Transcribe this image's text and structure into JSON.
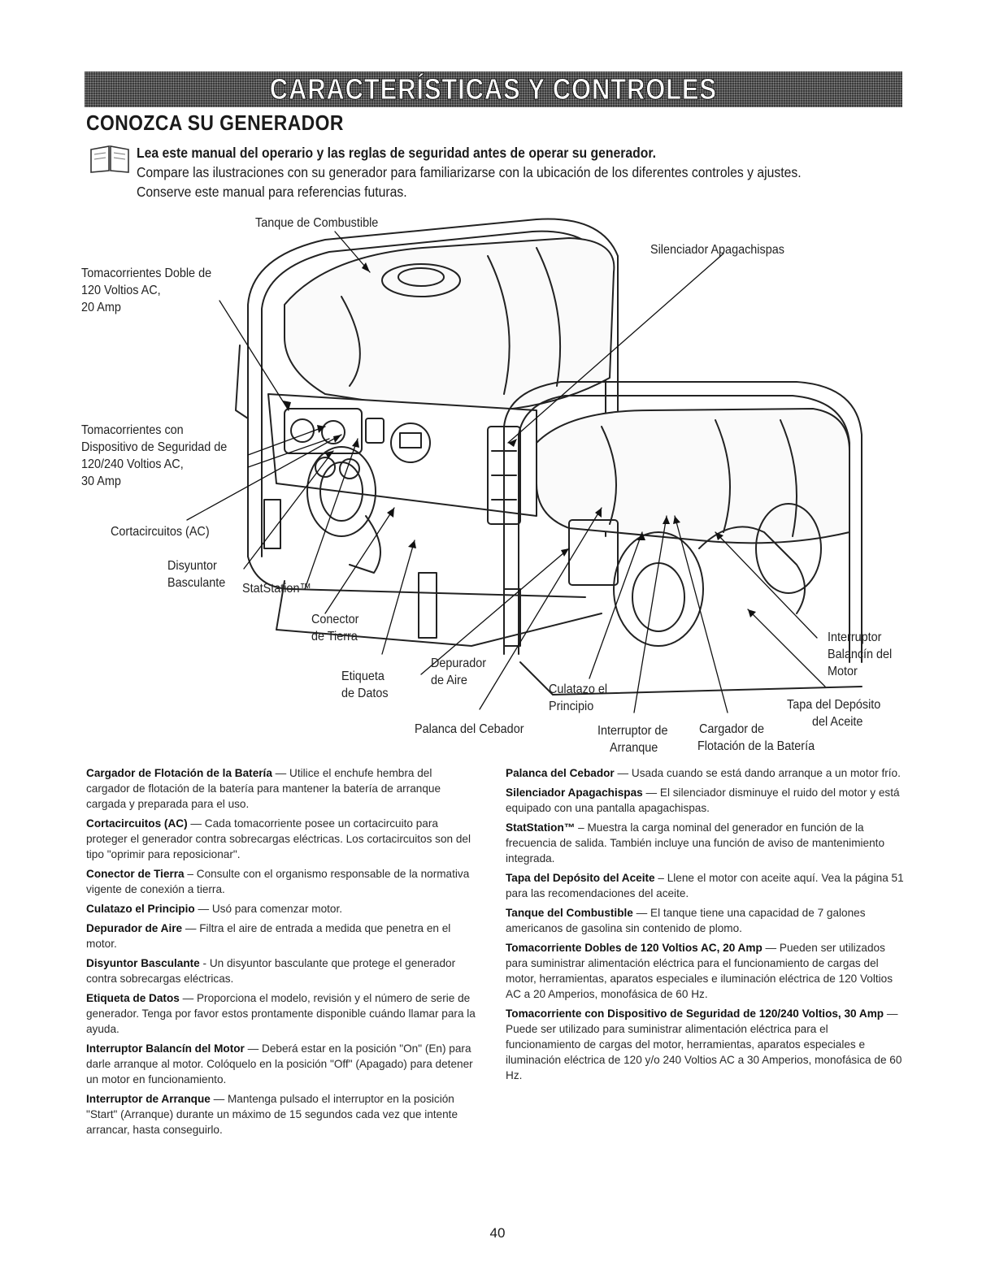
{
  "header": {
    "banner": "CARACTERÍSTICAS Y CONTROLES",
    "title": "CONOZCA SU GENERADOR"
  },
  "intro": {
    "bold_line": "Lea este manual del operario y las reglas de seguridad antes de operar su generador.",
    "line1": "Compare las ilustraciones con su generador para familiarizarse con la ubicación de los diferentes controles y ajustes.",
    "line2": "Conserve este manual para referencias futuras."
  },
  "figure_labels": {
    "fuel_tank": "Tanque de Combustible",
    "outlet_120_l1": "Tomacorrientes Doble de",
    "outlet_120_l2": "120 Voltios AC,",
    "outlet_120_l3": "20 Amp",
    "outlet_240_l1": "Tomacorrientes con",
    "outlet_240_l2": "Dispositivo de Seguridad de",
    "outlet_240_l3": "120/240 Voltios AC,",
    "outlet_240_l4": "30 Amp",
    "breakers": "Cortacircuitos (AC)",
    "toggle_l1": "Disyuntor",
    "toggle_l2": "Basculante",
    "statstation": "StatStation™",
    "ground_l1": "Conector",
    "ground_l2": "de Tierra",
    "data_label_l1": "Etiqueta",
    "data_label_l2": "de Datos",
    "air_cleaner_l1": "Depurador",
    "air_cleaner_l2": "de Aire",
    "choke": "Palanca del Cebador",
    "muffler": "Silenciador Apagachispas",
    "recoil_l1": "Culatazo el",
    "recoil_l2": "Principio",
    "start_switch_l1": "Interruptor de",
    "start_switch_l2": "Arranque",
    "charger_l1": "Cargador de",
    "charger_l2": "Flotación de la Batería",
    "engine_switch_l1": "Interruptor",
    "engine_switch_l2": "Balancín del",
    "engine_switch_l3": "Motor",
    "oil_cap_l1": "Tapa del Depósito",
    "oil_cap_l2": "del Aceite"
  },
  "left_entries": [
    {
      "term": "Cargador de Flotación de la Batería",
      "sep": " — ",
      "text": "Utilice el enchufe hembra del cargador de flotación de la batería para mantener la batería de arranque cargada y preparada para el uso."
    },
    {
      "term": "Cortacircuitos (AC)",
      "sep": " — ",
      "text": "Cada tomacorriente posee un cortacircuito para proteger el generador contra sobrecargas eléctricas. Los cortacircuitos son del tipo \"oprimir para reposicionar\"."
    },
    {
      "term": "Conector de Tierra",
      "sep": " – ",
      "text": "Consulte con el organismo responsable de la normativa vigente de conexión a tierra."
    },
    {
      "term": "Culatazo el Principio",
      "sep": " — ",
      "text": "Usó para comenzar motor."
    },
    {
      "term": "Depurador de Aire",
      "sep": " — ",
      "text": "Filtra el aire de entrada a medida que penetra en el motor."
    },
    {
      "term": "Disyuntor Basculante",
      "sep": " - ",
      "text": "Un disyuntor basculante que protege el generador contra sobrecargas eléctricas."
    },
    {
      "term": "Etiqueta de Datos",
      "sep": " — ",
      "text": "Proporciona el modelo, revisión y el número de serie de generador. Tenga por favor estos prontamente disponible cuándo llamar para la ayuda."
    },
    {
      "term": "Interruptor Balancín del Motor",
      "sep": " — ",
      "text": "Deberá estar en la posición \"On\" (En) para darle arranque al motor. Colóquelo en la posición \"Off\" (Apagado) para detener un motor en funcionamiento."
    },
    {
      "term": "Interruptor de Arranque",
      "sep": " — ",
      "text": "Mantenga pulsado el interruptor en la posición \"Start\" (Arranque) durante un máximo de 15 segundos cada vez que intente arrancar, hasta conseguirlo."
    }
  ],
  "right_entries": [
    {
      "term": "Palanca del Cebador",
      "sep": " — ",
      "text": "Usada cuando se está dando arranque a un motor frío."
    },
    {
      "term": "Silenciador Apagachispas",
      "sep": " — ",
      "text": "El silenciador disminuye el ruido del motor y está equipado con una pantalla apagachispas."
    },
    {
      "term": "StatStation™",
      "sep": " – ",
      "text": "Muestra la carga nominal del generador en función de la frecuencia de salida. También incluye una función de aviso de mantenimiento integrada."
    },
    {
      "term": "Tapa del Depósito del Aceite",
      "sep": " – ",
      "text": "Llene el motor con aceite aquí. Vea la página 51 para las recomendaciones del aceite."
    },
    {
      "term": "Tanque del Combustible",
      "sep": " — ",
      "text": "El tanque tiene una capacidad de 7 galones americanos de gasolina sin contenido de plomo."
    },
    {
      "term": "Tomacorriente Dobles de 120 Voltios AC, 20 Amp",
      "sep": " — ",
      "text": "Pueden ser utilizados para suministrar alimentación eléctrica para el funcionamiento de cargas del motor, herramientas, aparatos especiales e iluminación eléctrica de 120 Voltios AC a 20 Amperios, monofásica de 60 Hz."
    },
    {
      "term": "Tomacorriente con Dispositivo de Seguridad de 120/240 Voltios, 30 Amp",
      "sep": " — ",
      "text": "Puede ser utilizado para suministrar alimentación eléctrica para el funcionamiento de cargas del motor, herramientas, aparatos especiales e iluminación eléctrica de 120 y/o 240 Voltios AC a 30 Amperios, monofásica de 60 Hz."
    }
  ],
  "footer": {
    "page_number": "40"
  }
}
